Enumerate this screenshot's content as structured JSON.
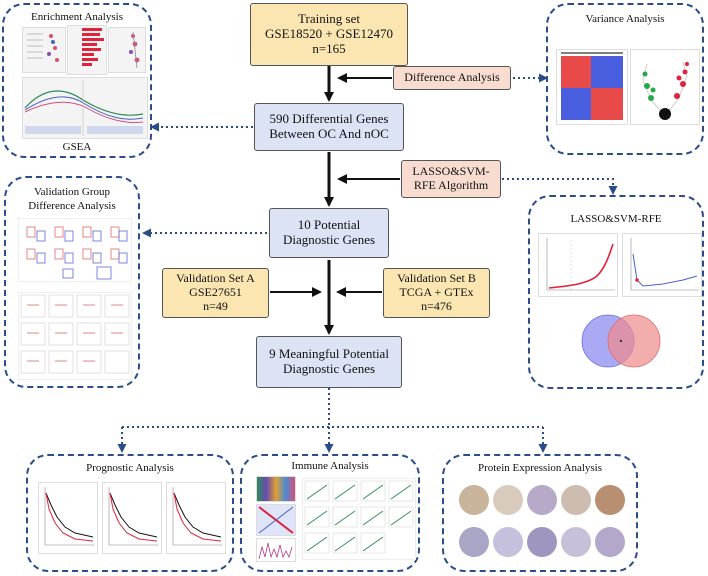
{
  "nodes": {
    "training": {
      "line1": "Training set",
      "line2": "GSE18520 + GSE12470",
      "line3": "n=165"
    },
    "difference": {
      "label": "Difference Analysis"
    },
    "degs": {
      "line1": "590 Differential Genes",
      "line2": "Between OC And nOC"
    },
    "lasso": {
      "line1": "LASSO&SVM-",
      "line2": "RFE Algorithm"
    },
    "potential": {
      "line1": "10 Potential",
      "line2": "Diagnostic Genes"
    },
    "valA": {
      "line1": "Validation Set A",
      "line2": "GSE27651",
      "line3": "n=49"
    },
    "valB": {
      "line1": "Validation Set B",
      "line2": "TCGA + GTEx",
      "line3": "n=476"
    },
    "meaningful": {
      "line1": "9 Meaningful Potential",
      "line2": "Diagnostic Genes"
    }
  },
  "panels": {
    "enrichment": {
      "title": "Enrichment Analysis",
      "subtitle": "GSEA"
    },
    "variance": {
      "title": "Variance Analysis"
    },
    "validation": {
      "title_line1": "Validation Group",
      "title_line2": "Difference Analysis"
    },
    "lassoPanel": {
      "title": "LASSO&SVM-RFE"
    },
    "prognostic": {
      "title": "Prognostic Analysis"
    },
    "immune": {
      "title": "Immune  Analysis"
    },
    "protein": {
      "title": "Protein Expression Analysis"
    }
  },
  "colors": {
    "yellow_box": "#fbe6b2",
    "blue_box": "#dbe3f4",
    "pink_box": "#f7dccf",
    "dashed_border": "#2a4d8a",
    "arrow": "#111111"
  }
}
